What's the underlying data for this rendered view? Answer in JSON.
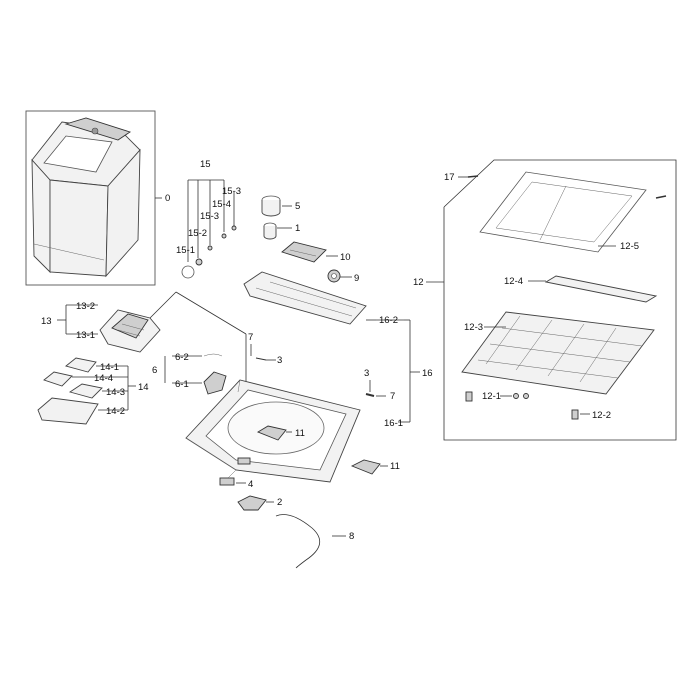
{
  "callouts": {
    "c0": "0",
    "c1": "1",
    "c2": "2",
    "c3a": "3",
    "c3b": "3",
    "c4": "4",
    "c5": "5",
    "c6": "6",
    "c6_1": "6-1",
    "c6_2": "6-2",
    "c7a": "7",
    "c7b": "7",
    "c8": "8",
    "c9": "9",
    "c10": "10",
    "c11a": "11",
    "c11b": "11",
    "c12": "12",
    "c12_1": "12-1",
    "c12_2": "12-2",
    "c12_3": "12-3",
    "c12_4": "12-4",
    "c12_5": "12-5",
    "c13": "13",
    "c13_1": "13-1",
    "c13_2": "13-2",
    "c14": "14",
    "c14_1": "14-1",
    "c14_2": "14-2",
    "c14_3": "14-3",
    "c14_4": "14-4",
    "c15": "15",
    "c15_1": "15-1",
    "c15_2": "15-2",
    "c15_3a": "15-3",
    "c15_3b": "15-3",
    "c15_4": "15-4",
    "c16": "16",
    "c16_1": "16-1",
    "c16_2": "16-2",
    "c17": "17"
  }
}
